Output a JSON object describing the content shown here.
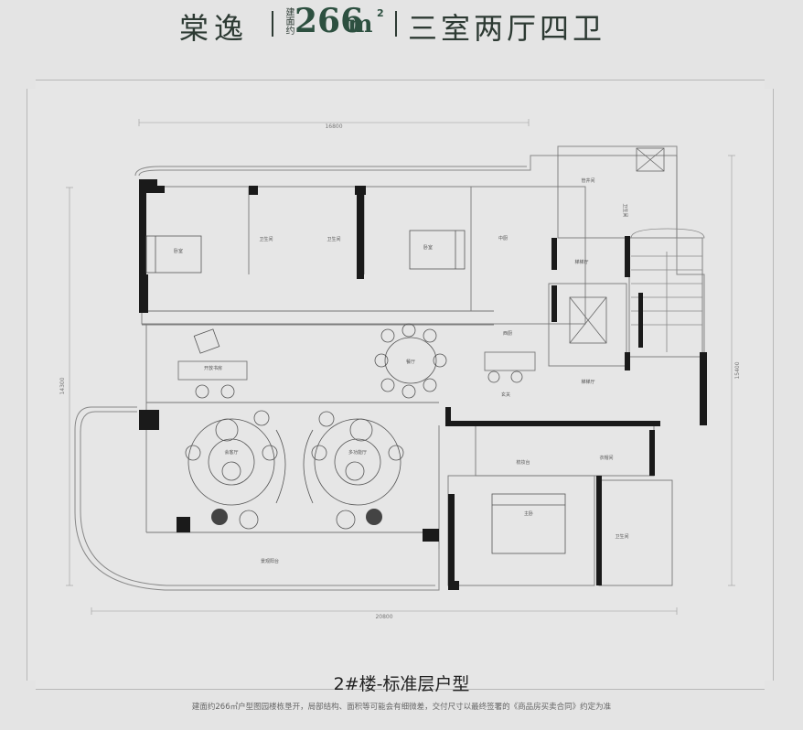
{
  "header": {
    "name": "棠逸",
    "area_label": "建面约",
    "area_value": "266",
    "area_unit": "m",
    "area_sup": "2",
    "layout_type": "三室两厅四卫"
  },
  "plan": {
    "rooms": {
      "bedroom_1": "卧室",
      "bathroom_1": "卫生间",
      "bathroom_2": "卫生间",
      "bedroom_2": "卧室",
      "kitchen": "中厨",
      "western_kitchen": "西厨",
      "dining": "餐厅",
      "study": "开放书房",
      "lounge": "会客厅",
      "multi_hall": "多功能厅",
      "entrance": "玄关",
      "elevator_hall": "梯梯厅",
      "elevator_hall_2": "梯梯厅",
      "pipe_room": "管井间",
      "bathroom_3": "卫生间",
      "dressing": "衣帽间",
      "makeup": "梳妆台",
      "master_bedroom": "主卧",
      "bathroom_4": "卫生间",
      "balcony": "景观阳台"
    },
    "dimensions": {
      "top": "16800",
      "bottom": "20800",
      "left": "14300",
      "right": "15400"
    }
  },
  "footer": {
    "plan_title": "2#楼-标准层户型",
    "disclaimer": "建面约266㎡户型图园楼栋垦开，局部结构、面积等可能会有细微差，交付尺寸以最终签署的《商品房买卖合同》约定为准"
  }
}
